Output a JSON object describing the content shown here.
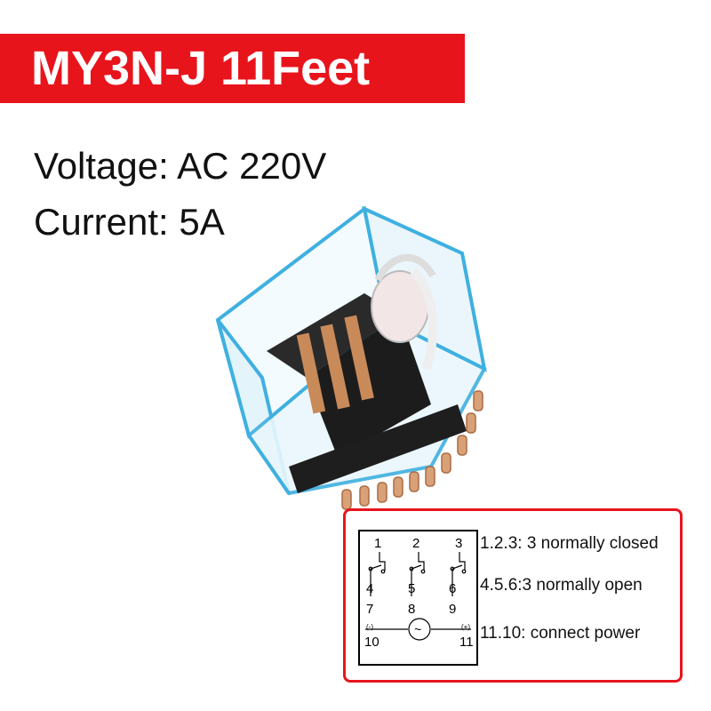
{
  "title": "MY3N-J 11Feet",
  "specs": {
    "voltage": "Voltage: AC 220V",
    "current": "Current: 5A"
  },
  "diagram": {
    "pins": {
      "p1": "1",
      "p2": "2",
      "p3": "3",
      "p4": "4",
      "p5": "5",
      "p6": "6",
      "p7": "7",
      "p8": "8",
      "p9": "9",
      "p10": "10",
      "p11": "11"
    },
    "polarity": {
      "minus": "(-)",
      "plus": "(+)"
    },
    "coil_symbol": "~",
    "legend": [
      "1.2.3: 3 normally closed",
      "4.5.6:3 normally open",
      "11.10: connect power"
    ]
  },
  "colors": {
    "banner": "#e8141c",
    "case_blue": "#3fb0e0",
    "copper": "#c98a5a"
  }
}
